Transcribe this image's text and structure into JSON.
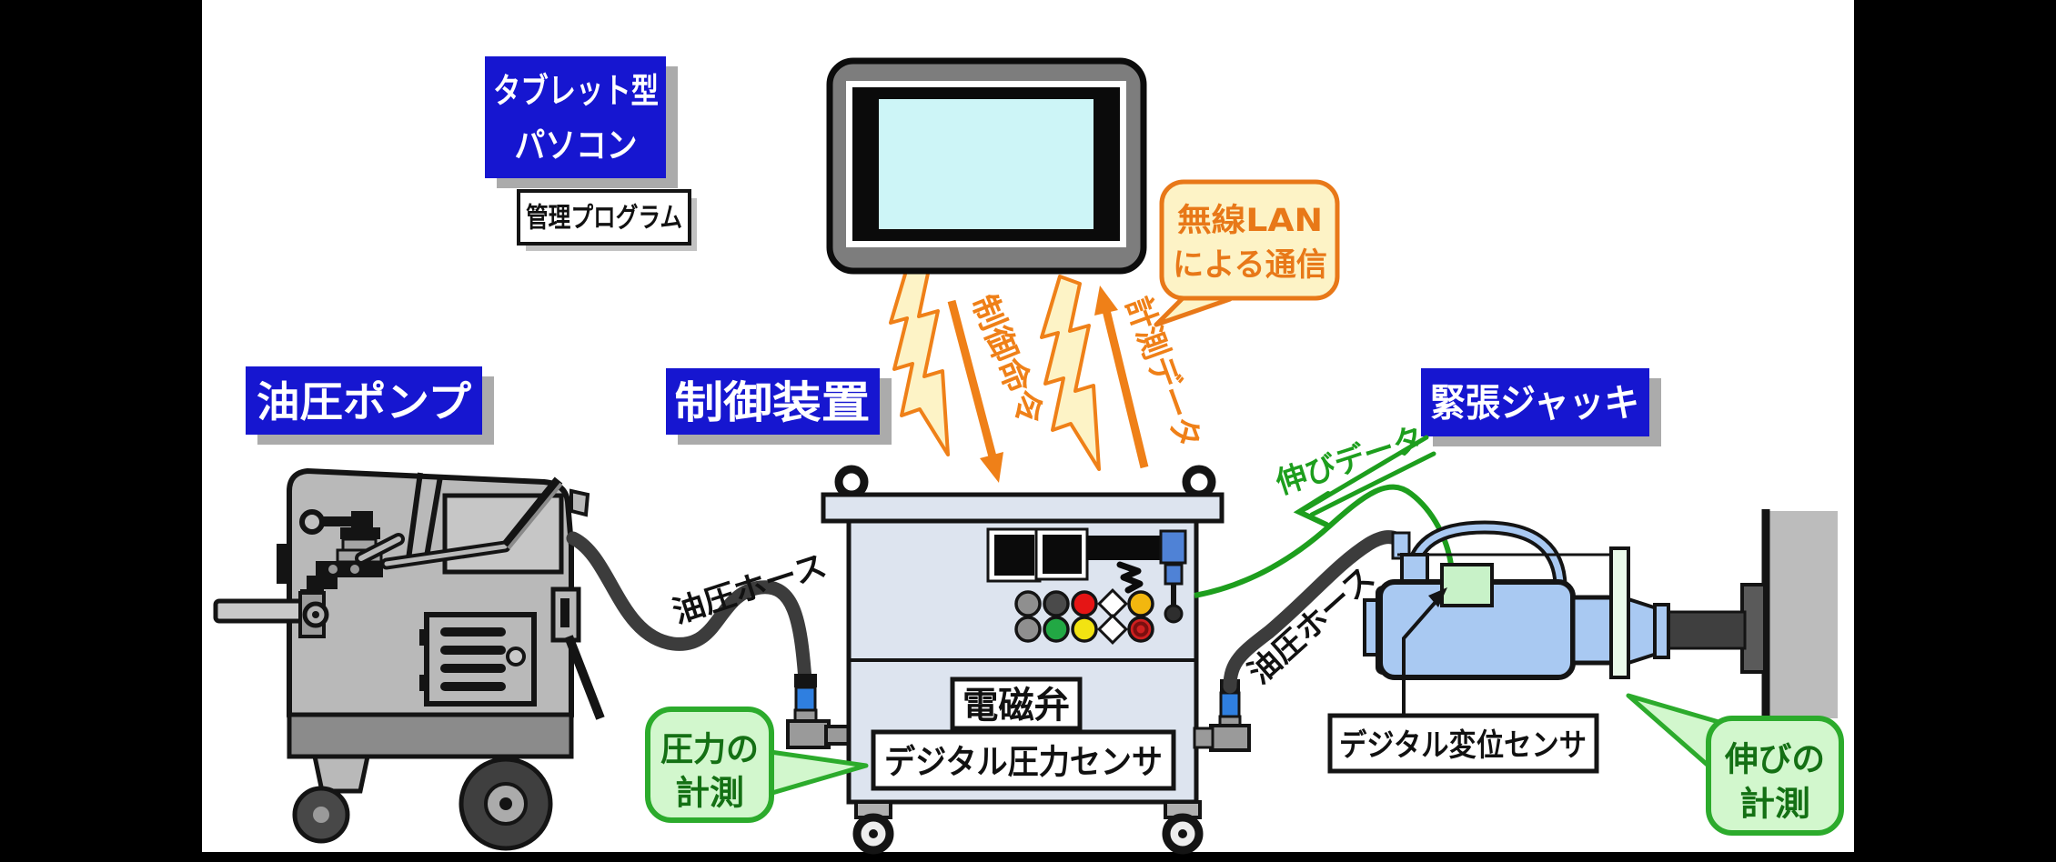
{
  "colors": {
    "label_blue": "#1616d0",
    "label_text_white": "#ffffff",
    "orange": "#ef8018",
    "orange_bubble_fill": "#fdf3c6",
    "green_border": "#2cab2c",
    "green_bubble_fill": "#d2f7cd",
    "green_text": "#147014",
    "green_line": "#1d9e1d",
    "machine_gray": "#b9b9b9",
    "cabinet_gray_blue": "#dde4ef",
    "jack_blue": "#a9c9f2",
    "sensor_green_box": "#c8f2c8",
    "screen_cyan": "#cdf5f7",
    "hose_dark": "#3c3c3c"
  },
  "labels": {
    "tablet_pc_line1": "タブレット型",
    "tablet_pc_line2": "パソコン",
    "management_program": "管理プログラム",
    "hydraulic_pump": "油圧ポンプ",
    "control_device": "制御装置",
    "tension_jack": "緊張ジャッキ",
    "solenoid_valve": "電磁弁",
    "digital_pressure_sensor": "デジタル圧力センサ",
    "digital_displacement_sensor": "デジタル変位センサ"
  },
  "bubbles": {
    "wireless_lan_line1": "無線LAN",
    "wireless_lan_line2": "による通信",
    "pressure_measurement_line1": "圧力の",
    "pressure_measurement_line2": "計測",
    "elongation_measurement_line1": "伸びの",
    "elongation_measurement_line2": "計測"
  },
  "data_flows": {
    "control_command": "制御命令",
    "measurement_data": "計測データ",
    "elongation_data": "伸びデータ",
    "hydraulic_hose_left": "油圧ホース",
    "hydraulic_hose_right": "油圧ホース"
  }
}
